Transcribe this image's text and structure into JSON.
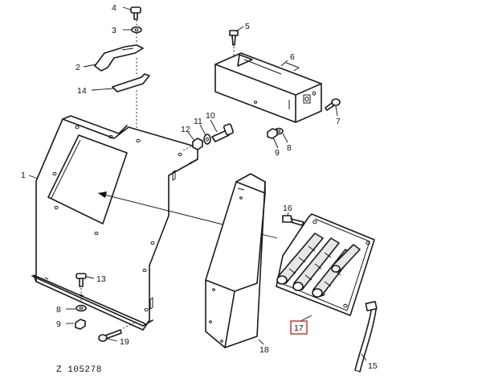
{
  "drawing_ref": "Z 105278",
  "highlight": {
    "color": "#cc2b2b",
    "part": "17"
  },
  "callouts": {
    "c1": "1",
    "c2": "2",
    "c3": "3",
    "c4": "4",
    "c5": "5",
    "c6": "6",
    "c7": "7",
    "c8a": "8",
    "c8b": "8",
    "c9a": "9",
    "c9b": "9",
    "c10": "10",
    "c11": "11",
    "c12": "12",
    "c13": "13",
    "c14": "14",
    "c15": "15",
    "c16": "16",
    "c17": "17",
    "c18": "18",
    "c19": "19"
  }
}
